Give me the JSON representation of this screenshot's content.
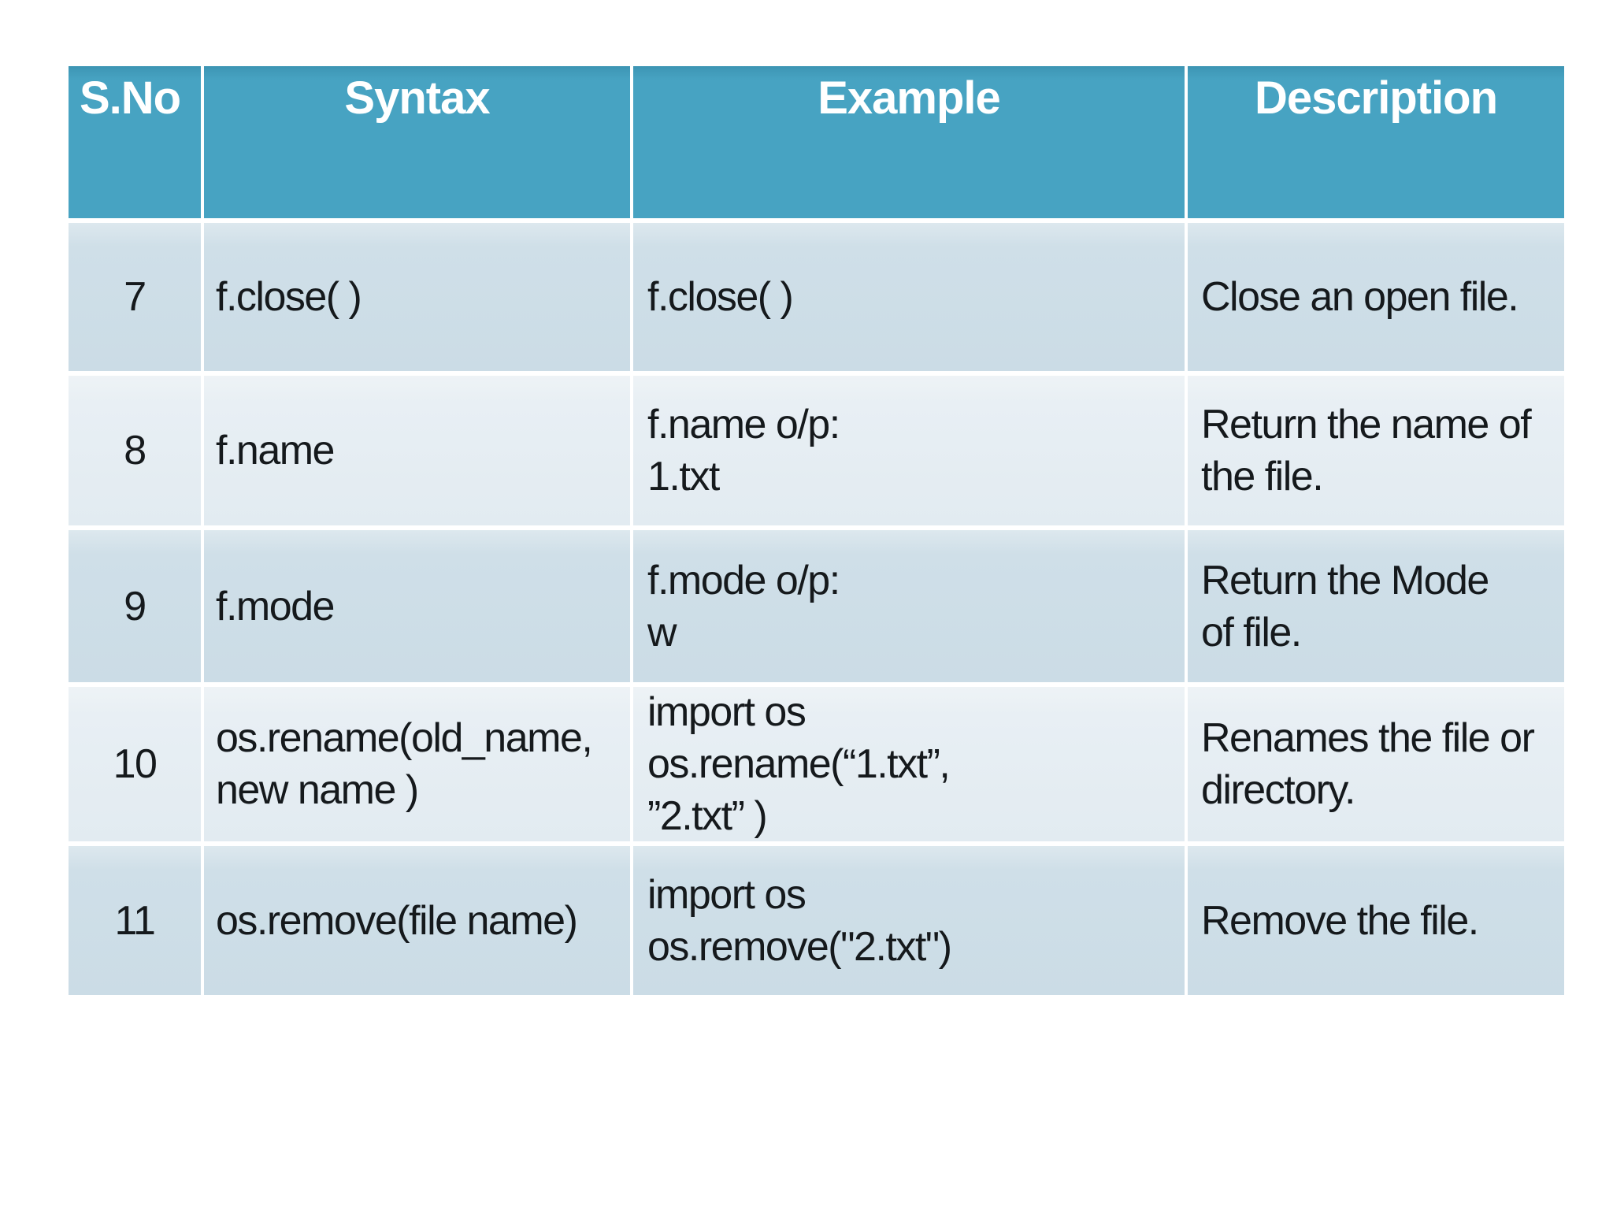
{
  "slide": {
    "background_color": "#ffffff"
  },
  "colors": {
    "header_background": "#47a3c2",
    "row_band_dark": "#cfdfe8",
    "row_band_light": "#e8eff4",
    "header_text": "#ffffff",
    "body_text": "#15191c"
  },
  "table": {
    "headers": {
      "sno": "S.No",
      "syntax": "Syntax",
      "example": "Example",
      "description": "Description"
    },
    "rows": [
      {
        "sno": "7",
        "syntax": "f.close( )",
        "example": "f.close( )",
        "description": "Close an open file."
      },
      {
        "sno": "8",
        "syntax": "f.name",
        "example": "f.name o/p:\n1.txt",
        "description": "Return the name of\nthe file."
      },
      {
        "sno": "9",
        "syntax": "f.mode",
        "example": "f.mode o/p:\nw",
        "description": "Return the Mode\nof file."
      },
      {
        "sno": "10",
        "syntax": "os.rename(old_name,\nnew name )",
        "example": "import os\nos.rename(“1.txt”,\n”2.txt” )",
        "description": "Renames the file or\ndirectory."
      },
      {
        "sno": "11",
        "syntax": "os.remove(file name)",
        "example": "import os\nos.remove(\"2.txt\")",
        "description": "Remove the file."
      }
    ]
  }
}
